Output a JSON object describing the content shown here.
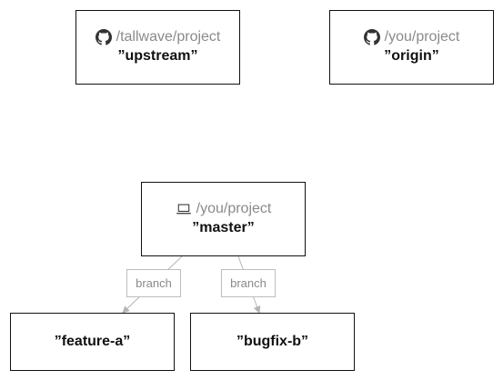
{
  "nodes": {
    "upstream": {
      "icon": "github-icon",
      "path": "/tallwave/project",
      "name": "”upstream”"
    },
    "origin": {
      "icon": "github-icon",
      "path": "/you/project",
      "name": "”origin”"
    },
    "local": {
      "icon": "laptop-icon",
      "path": "/you/project",
      "name": "”master”"
    },
    "feature": {
      "name": "”feature-a”"
    },
    "bugfix": {
      "name": "”bugfix-b”"
    }
  },
  "edges": [
    {
      "label": "branch"
    },
    {
      "label": "branch"
    }
  ],
  "colors": {
    "border": "#111111",
    "muted_text": "#8a8a8a",
    "connector": "#b5b5b5"
  }
}
